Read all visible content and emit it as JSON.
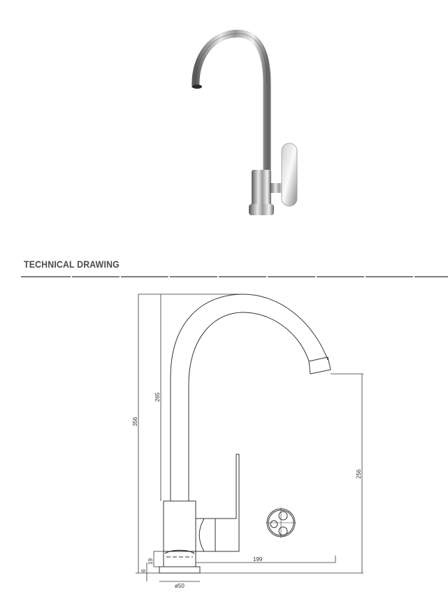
{
  "section": {
    "title": "TECHNICAL DRAWING"
  },
  "photo": {
    "alt": "Chrome single-lever kitchen mixer tap with swan-neck spout"
  },
  "drawing": {
    "dimensions": {
      "total_height": "356",
      "spout_height": "265",
      "outlet_height": "256",
      "reach": "199",
      "base_height": "19",
      "base_plate": "6",
      "base_diameter": "ø50"
    }
  },
  "colors": {
    "line": "#333333",
    "title": "#4a4a4f",
    "rule": "#555555"
  }
}
